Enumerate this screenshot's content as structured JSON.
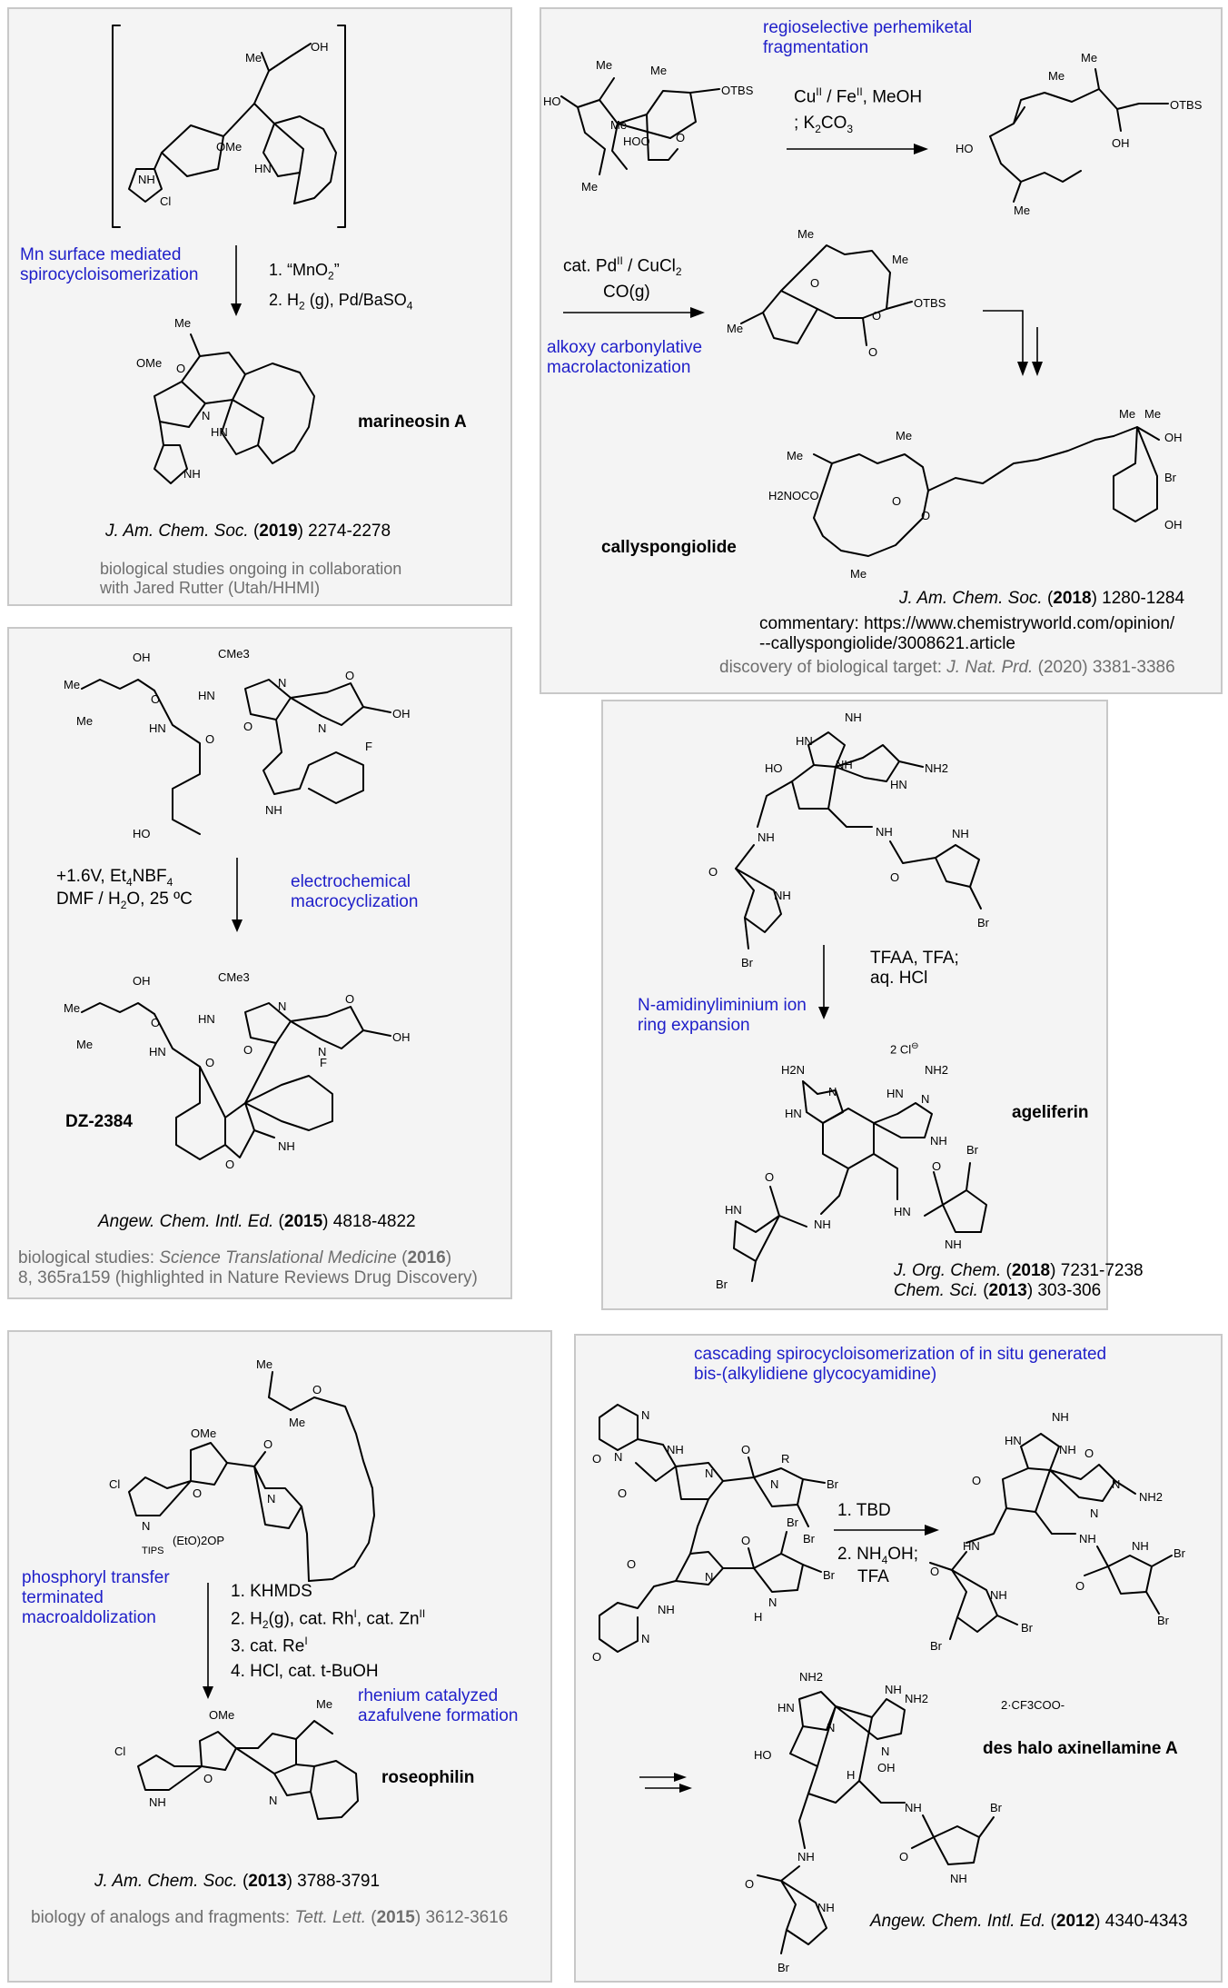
{
  "panels": [
    {
      "id": "marineosin",
      "method": [
        "Mn surface mediated",
        "spirocycloisomerization"
      ],
      "conditions": [
        "1. “MnO",
        "2. H",
        "2",
        " (g), Pd/BaSO",
        "4"
      ],
      "compound": "marineosin A",
      "citation": {
        "journal": "J. Am. Chem. Soc.",
        "year": "2019",
        "pages": "2274-2278"
      },
      "note": [
        "biological studies ongoing in collaboration",
        "with Jared Rutter (Utah/HHMI)"
      ]
    },
    {
      "id": "callyspongiolide",
      "method1": [
        "regioselective perhemiketal",
        "fragmentation"
      ],
      "conditions1": [
        "Cu",
        "II",
        " / Fe",
        "II",
        ", MeOH",
        "; K",
        "2",
        "CO",
        "3"
      ],
      "conditions2": [
        "cat. Pd",
        "II",
        " / CuCl",
        "2",
        "CO(g)"
      ],
      "method2": [
        "alkoxy carbonylative",
        "macrolactonization"
      ],
      "compound": "callyspongiolide",
      "citation": {
        "journal": "J. Am. Chem. Soc.",
        "year": "2018",
        "pages": "1280-1284"
      },
      "commentary": [
        "commentary: https://www.chemistryworld.com/opinion/",
        "--callyspongiolide/3008621.article"
      ],
      "target": {
        "prefix": "discovery of biological target: ",
        "journal": "J. Nat. Prd.",
        "year": "2020",
        "pages": "3381-3386"
      }
    },
    {
      "id": "dz2384",
      "conditions": [
        "+1.6V, Et",
        "4",
        "NBF",
        "4",
        "DMF / H",
        "2",
        "O, 25 ºC"
      ],
      "method": [
        "electrochemical",
        "macrocyclization"
      ],
      "compound": "DZ-2384",
      "citation": {
        "journal": "Angew. Chem. Intl. Ed.",
        "year": "2015",
        "pages": "4818-4822"
      },
      "bio": {
        "prefix": "biological studies: ",
        "journal": "Science Translational Medicine",
        "year": "2016",
        "line2": "8, 365ra159 (highlighted in Nature Reviews Drug Discovery)"
      }
    },
    {
      "id": "ageliferin",
      "conditions": [
        "TFAA, TFA;",
        "aq. HCl"
      ],
      "method": [
        "N-amidinyliminium ion",
        "ring expansion"
      ],
      "compound": "ageliferin",
      "salt": "2 Cl",
      "citations": [
        {
          "journal": "J. Org. Chem.",
          "year": "2018",
          "pages": "7231-7238"
        },
        {
          "journal": "Chem. Sci.",
          "year": "2013",
          "pages": "303-306"
        }
      ]
    },
    {
      "id": "roseophilin",
      "method": [
        "phosphoryl transfer",
        "terminated",
        "macroaldolization"
      ],
      "conditions": [
        "1. KHMDS",
        "2. H",
        "2",
        "(g), cat. Rh",
        "I",
        ", cat. Zn",
        "II",
        "3. cat. Re",
        "I",
        "4. HCl, cat. t-BuOH"
      ],
      "method2": [
        "rhenium catalyzed",
        "azafulvene formation"
      ],
      "compound": "roseophilin",
      "citation": {
        "journal": "J. Am. Chem. Soc.",
        "year": "2013",
        "pages": "3788-3791"
      },
      "bio": {
        "prefix": "biology of analogs and fragments: ",
        "journal": "Tett. Lett.",
        "year": "2015",
        "pages": "3612-3616"
      }
    },
    {
      "id": "axinellamine",
      "method": [
        "cascading spirocycloisomerization of in situ generated",
        "bis-(alkylidiene glycocyamidine)"
      ],
      "conditions": [
        "1. TBD",
        "2. NH",
        "4",
        "OH;",
        "TFA"
      ],
      "salt": "2·CF3COO-",
      "compound": "des halo axinellamine A",
      "citation": {
        "journal": "Angew. Chem. Intl. Ed.",
        "year": "2012",
        "pages": "4340-4343"
      }
    }
  ],
  "atoms": {
    "me": "Me",
    "oh": "OH",
    "ome": "OMe",
    "nh": "NH",
    "hn": "HN",
    "n": "N",
    "o": "O",
    "cl": "Cl",
    "br": "Br",
    "f": "F",
    "ho": "HO",
    "otbs": "OTBS",
    "hoo": "HOO",
    "h2nocoo": "H2NOCO",
    "nh2": "NH2",
    "h2n": "H2N",
    "h": "H",
    "cme3": "CMe3",
    "tips": "TIPS",
    "eto2op": "(EtO)2OP",
    "r": "R",
    "clminus": "Cl"
  }
}
